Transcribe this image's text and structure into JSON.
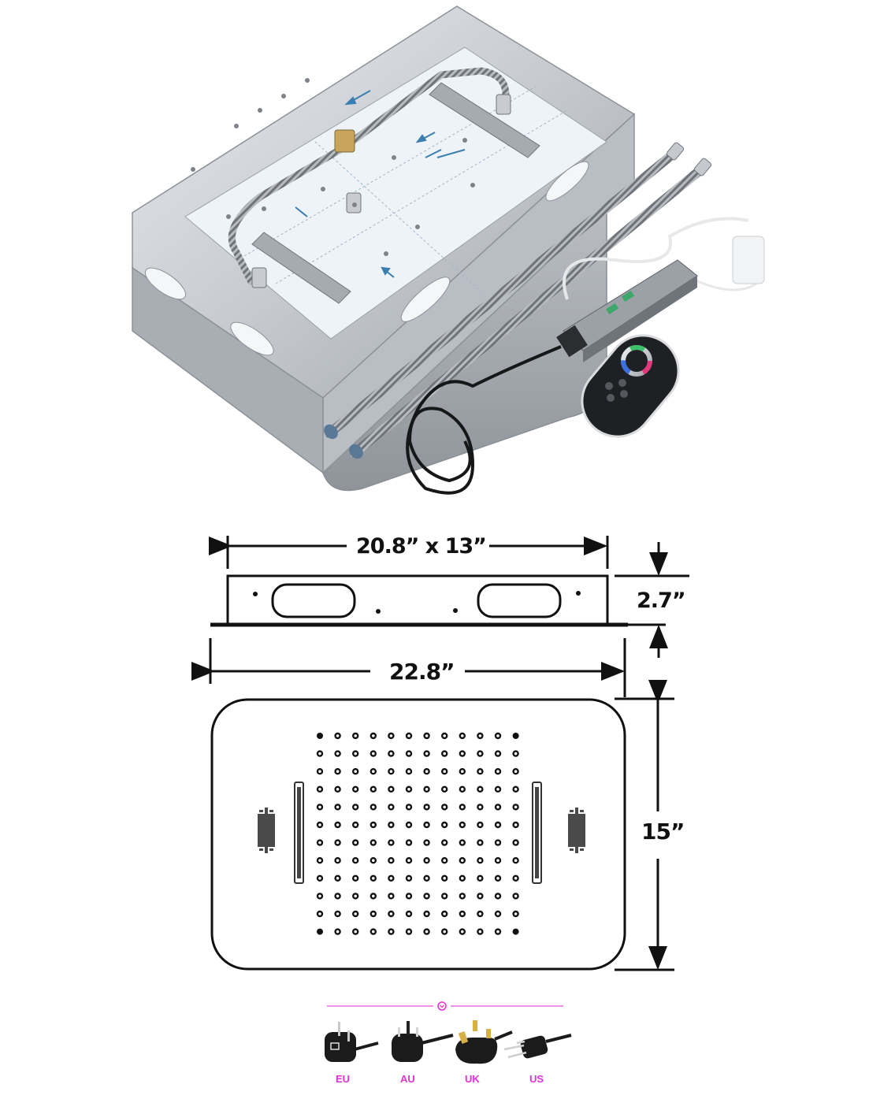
{
  "product_photo": {
    "description": "Ceiling recessed LED rain shower box with hoses, LED driver, cable and RGB touch remote",
    "items": [
      "mounting-box",
      "flexible-hose-1",
      "flexible-hose-2",
      "led-driver",
      "power-cable",
      "rgb-remote"
    ],
    "flow_arrow_color": "#3a7fb0"
  },
  "dimensions": {
    "box_width_depth": "20.8” x 13”",
    "box_height": "2.7”",
    "plate_width": "22.8”",
    "plate_height": "15”"
  },
  "nozzle_grid": {
    "rows": 12,
    "cols": 12
  },
  "plug_types": {
    "accent_color": "#e62fd6",
    "items": [
      {
        "label": "EU"
      },
      {
        "label": "AU"
      },
      {
        "label": "UK"
      },
      {
        "label": "US"
      }
    ]
  }
}
